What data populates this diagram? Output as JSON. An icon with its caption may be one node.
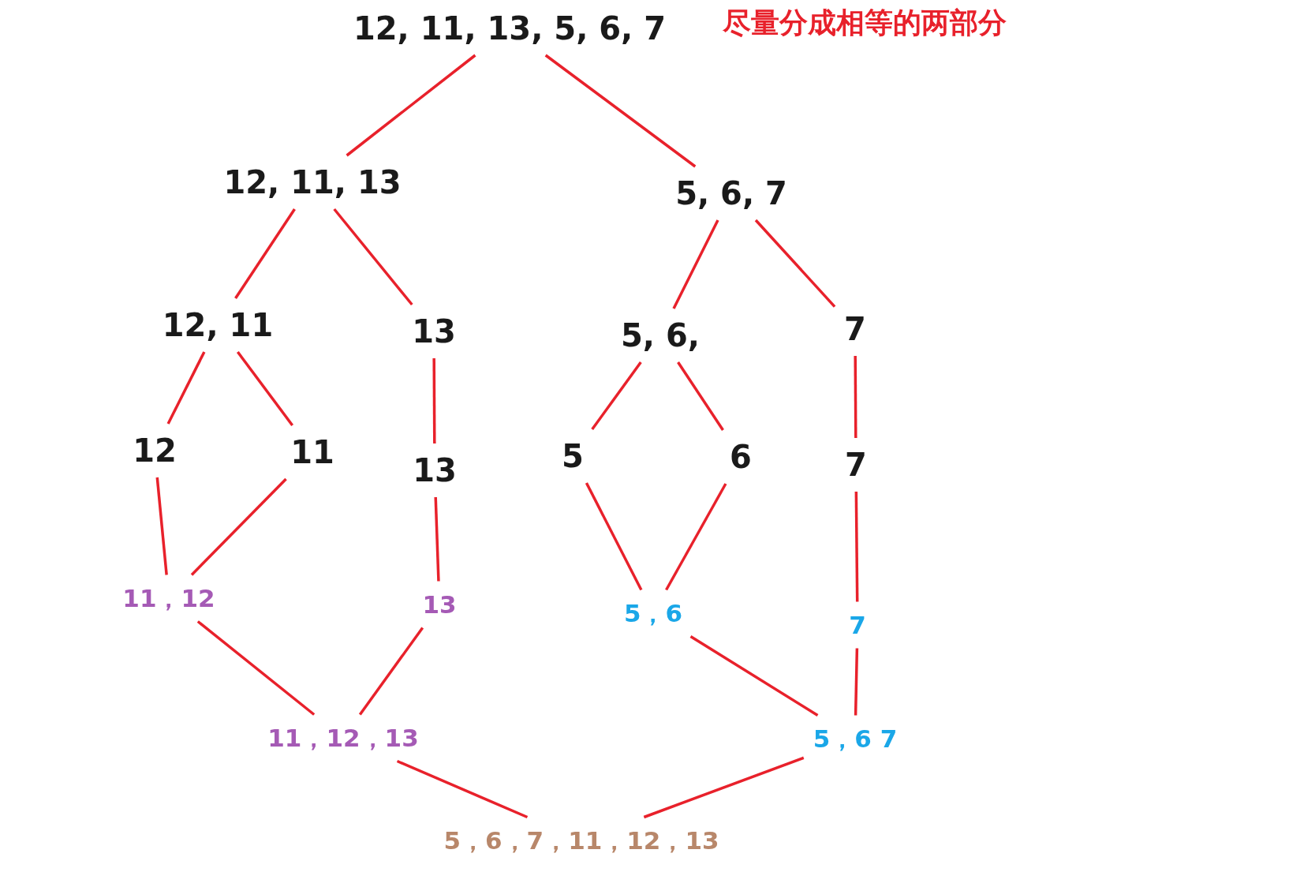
{
  "diagram": {
    "nodes": [
      {
        "text": [
          "12, 11, 13, 5, 6, 7"
        ]
      },
      {
        "text": [
          "12, 11,  13"
        ]
      },
      {
        "text": [
          "5, 6, 7"
        ]
      },
      {
        "text": [
          "12, 11"
        ]
      },
      {
        "text": [
          "13"
        ]
      },
      {
        "text": [
          "5, 6,"
        ]
      },
      {
        "text": [
          "7"
        ]
      },
      {
        "text": [
          "12"
        ]
      },
      {
        "text": [
          "11"
        ]
      },
      {
        "text": [
          "13"
        ]
      },
      {
        "text": [
          "5"
        ]
      },
      {
        "text": [
          "6"
        ]
      },
      {
        "text": [
          "7"
        ]
      },
      {
        "text": [
          "11，12"
        ]
      },
      {
        "text": [
          "13"
        ]
      },
      {
        "text": [
          "5，6"
        ]
      },
      {
        "text": [
          "7"
        ]
      },
      {
        "text": [
          "11，12，13"
        ]
      },
      {
        "text": [
          "5，6  7"
        ]
      },
      {
        "text": [
          "5，6，7，11，12，13"
        ]
      }
    ],
    "edges": [
      {
        "from": 0,
        "to": 1,
        "arrow": "none"
      },
      {
        "from": 0,
        "to": 2,
        "arrow": "none"
      },
      {
        "from": 1,
        "to": 3,
        "arrow": "none"
      },
      {
        "from": 1,
        "to": 4,
        "arrow": "none"
      },
      {
        "from": 2,
        "to": 5,
        "arrow": "none"
      },
      {
        "from": 2,
        "to": 6,
        "arrow": "none"
      },
      {
        "from": 3,
        "to": 7,
        "arrow": "none"
      },
      {
        "from": 3,
        "to": 8,
        "arrow": "none"
      },
      {
        "from": 4,
        "to": 9,
        "arrow": "none"
      },
      {
        "from": 5,
        "to": 10,
        "arrow": "none"
      },
      {
        "from": 5,
        "to": 11,
        "arrow": "none"
      },
      {
        "from": 6,
        "to": 12,
        "arrow": "none"
      },
      {
        "from": 7,
        "to": 13,
        "arrow": "none"
      },
      {
        "from": 8,
        "to": 13,
        "arrow": "none"
      },
      {
        "from": 9,
        "to": 14,
        "arrow": "none"
      },
      {
        "from": 10,
        "to": 15,
        "arrow": "none"
      },
      {
        "from": 11,
        "to": 15,
        "arrow": "none"
      },
      {
        "from": 12,
        "to": 16,
        "arrow": "none"
      },
      {
        "from": 13,
        "to": 17,
        "arrow": "none"
      },
      {
        "from": 14,
        "to": 17,
        "arrow": "none"
      },
      {
        "from": 15,
        "to": 18,
        "arrow": "none"
      },
      {
        "from": 16,
        "to": 18,
        "arrow": "none"
      },
      {
        "from": 17,
        "to": 19,
        "arrow": "none"
      },
      {
        "from": 18,
        "to": 19,
        "arrow": "none"
      }
    ],
    "labels": [
      "尽量分成相等的两部分"
    ]
  }
}
